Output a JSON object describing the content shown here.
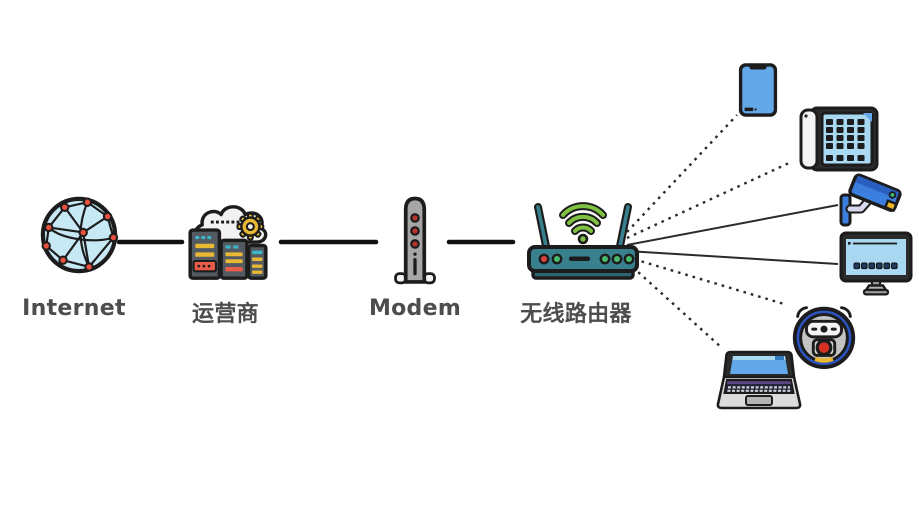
{
  "title": "home-network-topology-diagram",
  "diagram": {
    "nodes": [
      {
        "id": "internet",
        "label": "Internet",
        "icon": "globe-network-icon"
      },
      {
        "id": "isp",
        "label": "运营商",
        "icon": "server-cloud-gear-icon"
      },
      {
        "id": "modem",
        "label": "Modem",
        "icon": "modem-tower-icon"
      },
      {
        "id": "router",
        "label": "无线路由器",
        "icon": "wireless-router-icon"
      }
    ],
    "chain_links": [
      {
        "from": "internet",
        "to": "isp",
        "style": "solid-thick"
      },
      {
        "from": "isp",
        "to": "modem",
        "style": "solid-thick"
      },
      {
        "from": "modem",
        "to": "router",
        "style": "solid-thick"
      }
    ],
    "devices": [
      {
        "id": "smartphone",
        "icon": "smartphone-icon",
        "link_style": "dotted"
      },
      {
        "id": "landline-phone",
        "icon": "landline-phone-icon",
        "link_style": "dotted"
      },
      {
        "id": "security-camera",
        "icon": "security-camera-icon",
        "link_style": "solid-thin"
      },
      {
        "id": "desktop-computer",
        "icon": "desktop-computer-icon",
        "link_style": "solid-thin"
      },
      {
        "id": "robot-vacuum",
        "icon": "robot-vacuum-icon",
        "link_style": "dotted"
      },
      {
        "id": "laptop",
        "icon": "laptop-icon",
        "link_style": "dotted"
      }
    ],
    "colors": {
      "background": "#ffffff",
      "outline": "#1c1c1c",
      "label_text": "#4d4d4d",
      "link_black": "#111111",
      "globe_fill": "#c7e9f6",
      "globe_node_red": "#e8513d",
      "server_body": "#535a62",
      "server_cyan": "#3bb8ca",
      "server_yellow": "#e9b935",
      "server_red": "#e95d49",
      "modem_gray": "#a6a6a6",
      "led_red": "#b8352b",
      "router_teal": "#39808f",
      "wifi_green": "#7fc142",
      "screen_blue": "#63a8e8",
      "panel_blue": "#a9d8f2",
      "camera_blue": "#3b7ede",
      "robot_ring_blue": "#2b55c4",
      "button_red": "#d62f1f",
      "accent_yellow": "#eab82e"
    }
  }
}
